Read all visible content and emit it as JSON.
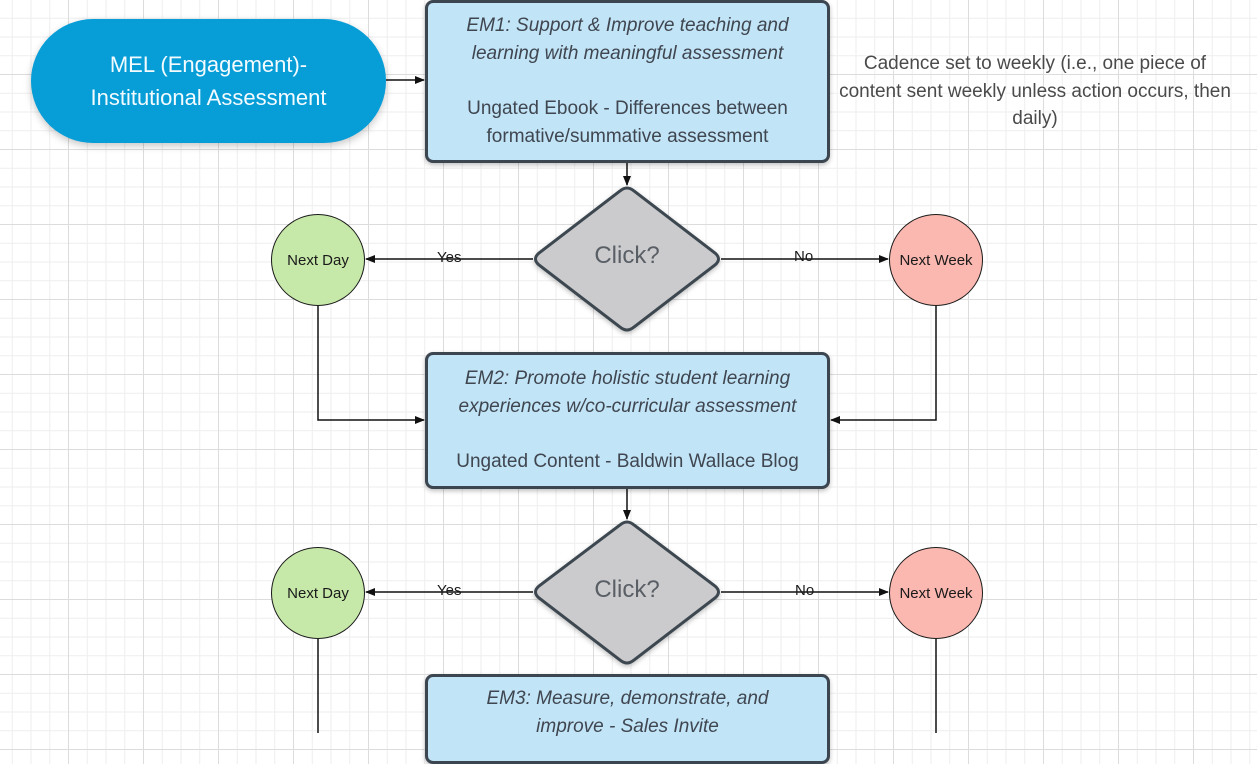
{
  "start": {
    "line1": "MEL (Engagement)-",
    "line2": "Institutional Assessment"
  },
  "note": {
    "text": "Cadence set to weekly (i.e., one piece of content sent weekly unless action occurs, then daily)"
  },
  "steps": [
    {
      "title_line1": "EM1: Support & Improve teaching and",
      "title_line2": "learning with meaningful assessment",
      "content_line1": "Ungated Ebook - Differences between",
      "content_line2": "formative/summative assessment"
    },
    {
      "title_line1": "EM2: Promote holistic student learning",
      "title_line2": "experiences w/co-curricular assessment",
      "content_line1": "Ungated Content - Baldwin Wallace Blog"
    },
    {
      "title_line1": "EM3: Measure, demonstrate, and",
      "title_line2": "improve - Sales Invite"
    }
  ],
  "decisions": [
    {
      "label": "Click?",
      "yes_label": "Yes",
      "no_label": "No",
      "yes_target": "Next Day",
      "no_target": "Next Week"
    },
    {
      "label": "Click?",
      "yes_label": "Yes",
      "no_label": "No",
      "yes_target": "Next Day",
      "no_target": "Next Week"
    }
  ],
  "colors": {
    "start_fill": "#079ed8",
    "process_fill": "#c2e4f7",
    "process_border": "#3c4650",
    "decision_fill": "#cbcbcd",
    "yes_fill": "#c6e8a8",
    "no_fill": "#fbb8b0"
  }
}
